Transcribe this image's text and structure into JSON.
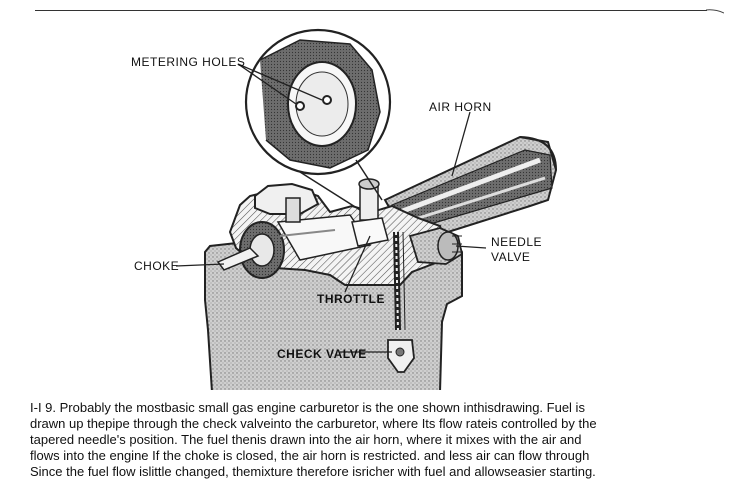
{
  "figure": {
    "labels": {
      "metering_holes": "METERING HOLES",
      "air_horn": "AIR HORN",
      "needle": "NEEDLE",
      "valve": "VALVE",
      "choke": "CHOKE",
      "throttle": "THROTTLE",
      "check_valve": "CHECK VALVE"
    }
  },
  "caption": {
    "lines": [
      "I-I 9. Probably the mostbasic small gas engine carburetor is the one shown inthisdrawing. Fuel is",
      "drawn up thepipe through the check valveinto the carburetor, where Its flow rateis controlled by the",
      "tapered needle's position. The fuel thenis drawn into the air horn, where it mixes with the air and",
      "flows into the engine If the choke is closed, the air horn is restricted. and less air can flow through",
      "Since the fuel flow islittle changed, themixture therefore isricher with fuel and allowseasier starting."
    ]
  }
}
